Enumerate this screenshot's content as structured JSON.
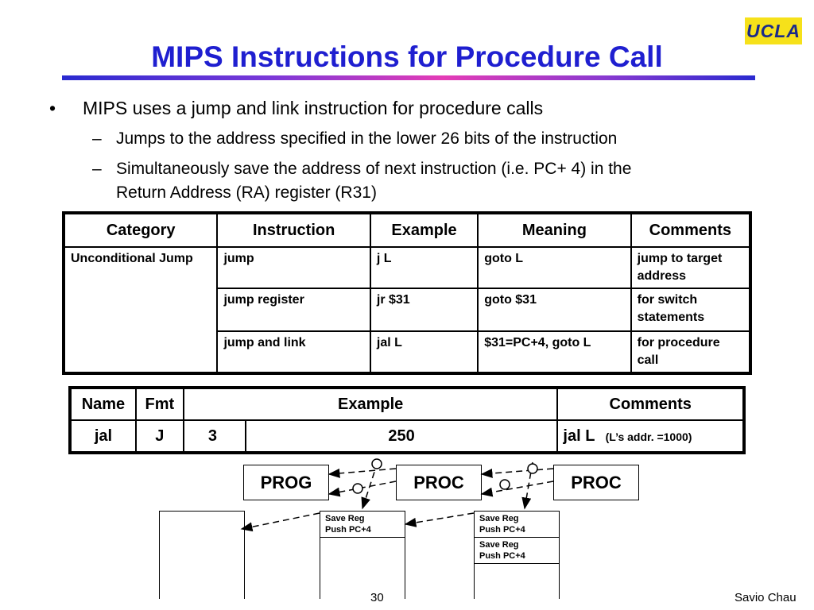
{
  "logo": "UCLA",
  "title": "MIPS Instructions for Procedure Call",
  "bullet": "MIPS uses a jump and link instruction for procedure calls",
  "sub1": "Jumps to the address specified in the lower 26 bits of the instruction",
  "sub2_line1": "Simultaneously save the address of next instruction (i.e. PC+ 4) in the",
  "sub2_line2": "Return Address (RA) register (R31)",
  "table1": {
    "headers": [
      "Category",
      "Instruction",
      "Example",
      "Meaning",
      "Comments"
    ],
    "category": "Unconditional Jump",
    "rows": [
      {
        "instruction": "jump",
        "example": "j L",
        "meaning": "goto L",
        "comments": "jump to target address"
      },
      {
        "instruction": "jump register",
        "example": "jr $31",
        "meaning": "goto $31",
        "comments": "for switch statements"
      },
      {
        "instruction": "jump and link",
        "example": "jal L",
        "meaning": "$31=PC+4, goto L",
        "comments": "for procedure call"
      }
    ]
  },
  "table2": {
    "headers": [
      "Name",
      "Fmt",
      "Example",
      "Comments"
    ],
    "row": {
      "name": "jal",
      "fmt": "J",
      "op": "3",
      "addr": "250",
      "comment_main": "jal L",
      "comment_note": "(L’s addr. =1000)"
    }
  },
  "diagram": {
    "box1": "PROG",
    "box2": "PROC",
    "box3": "PROC",
    "stack1_label1": "Save Reg",
    "stack1_label2": "Push PC+4",
    "stack2a_label1": "Save Reg",
    "stack2a_label2": "Push PC+4",
    "stack2b_label1": "Save Reg",
    "stack2b_label2": "Push PC+4"
  },
  "footer": {
    "page": "30",
    "author": "Savio Chau"
  }
}
